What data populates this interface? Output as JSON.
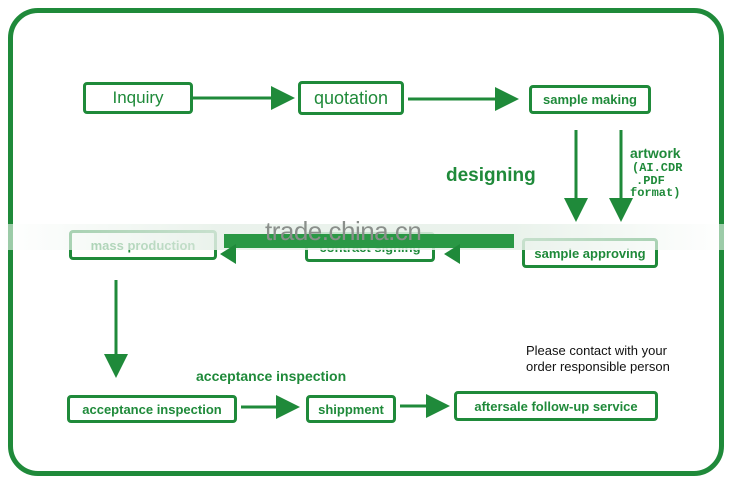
{
  "nodes": {
    "inquiry": "Inquiry",
    "quotation": "quotation",
    "sample_making": "sample making",
    "sample_approving": "sample approving",
    "contract_signing": "contract signing",
    "mass_production": "mass production",
    "acceptance_inspection": "acceptance inspection",
    "shippment": "shippment",
    "aftersale": "aftersale follow-up service"
  },
  "labels": {
    "designing": "designing",
    "artwork": "artwork",
    "artwork_formats": "(AI.CDR",
    "artwork_formats_2": ".PDF",
    "artwork_formats_3": "format)",
    "acceptance_inspection_label": "acceptance inspection",
    "contact_line1": "Please contact with your",
    "contact_line2": "order responsible person"
  },
  "watermark": "trade.china.cn",
  "colors": {
    "accent": "#1f8a3a",
    "frame": "#1f8a3a"
  }
}
